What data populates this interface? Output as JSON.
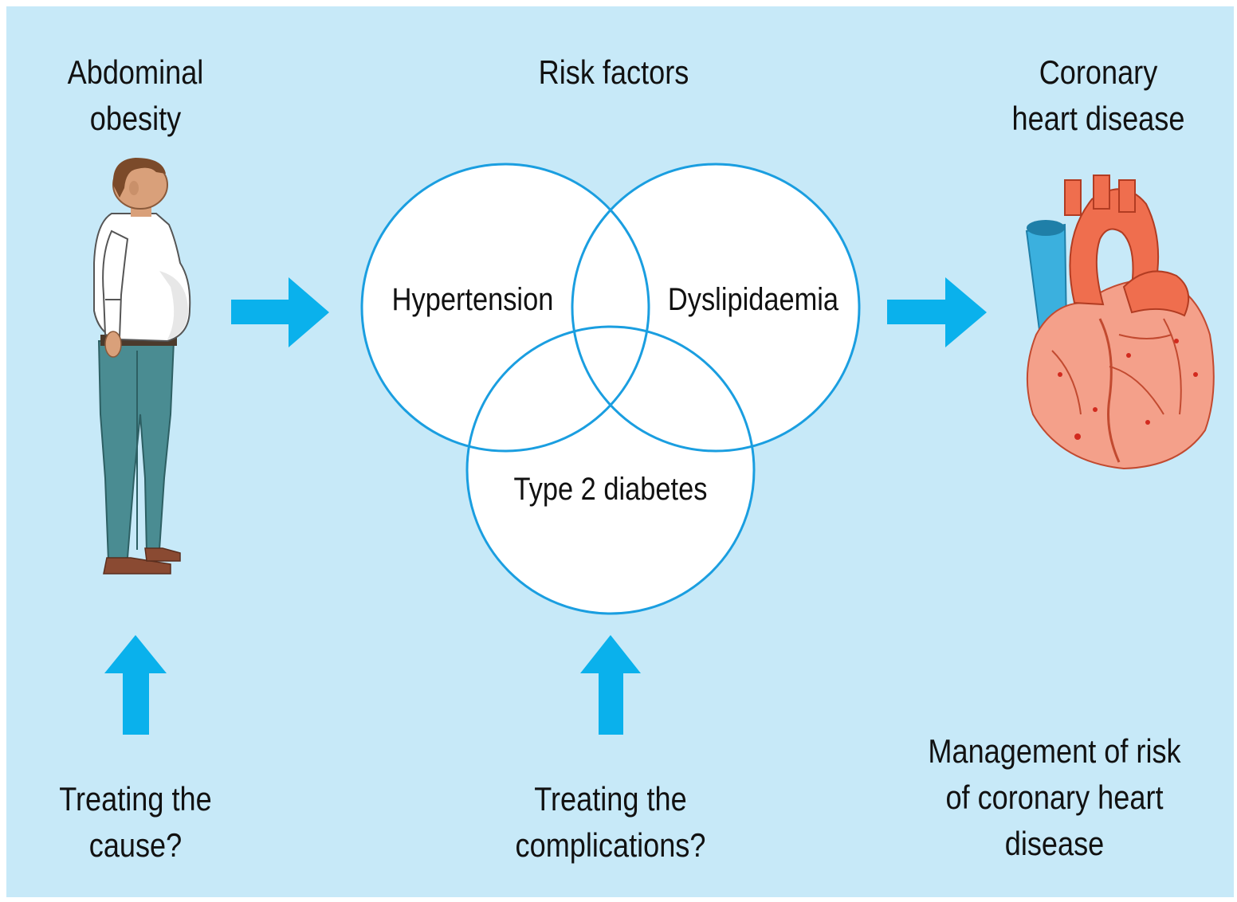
{
  "title": "Risk factors",
  "left": {
    "heading_line1": "Abdominal",
    "heading_line2": "obesity",
    "caption_line1": "Treating the",
    "caption_line2": "cause?"
  },
  "center": {
    "venn": {
      "circle_a": "Hypertension",
      "circle_b": "Dyslipidaemia",
      "circle_c": "Type 2 diabetes"
    },
    "caption_line1": "Treating the",
    "caption_line2": "complications?"
  },
  "right": {
    "heading_line1": "Coronary",
    "heading_line2": "heart disease",
    "caption_line1": "Management of risk",
    "caption_line2": "of coronary heart",
    "caption_line3": "disease"
  },
  "colors": {
    "background": "#c7e9f8",
    "arrow": "#0ab1ec",
    "circle_stroke": "#1a9ee0",
    "circle_fill": "#ffffff",
    "heart_main": "#ef6e4e",
    "vessel_blue": "#3bb0de"
  },
  "icons": {
    "person": "obese-man-illustration",
    "heart": "anatomical-heart-illustration"
  }
}
